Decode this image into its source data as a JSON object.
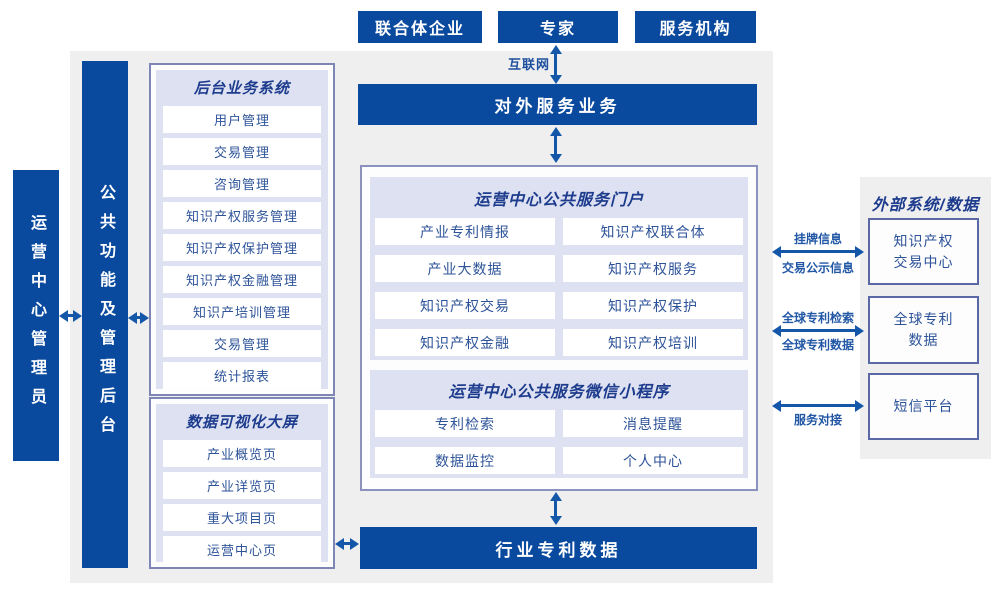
{
  "colors": {
    "primary_blue": "#0a4a9e",
    "arrow_blue": "#1457a9",
    "panel_lavender": "#dde1f1",
    "background_gray": "#efeff0",
    "item_text_blue": "#2d5399",
    "title_navy": "#1e3c8e"
  },
  "actors": [
    "联合体企业",
    "专家",
    "服务机构"
  ],
  "labels": {
    "internet": "互联网"
  },
  "bars": {
    "external_service": "对外服务业务",
    "industry_patent_data": "行业专利数据"
  },
  "vertical_bars": {
    "admin": "运营中心管理员",
    "common": "公共功能及管理后台"
  },
  "backend": {
    "title": "后台业务系统",
    "items": [
      "用户管理",
      "交易管理",
      "咨询管理",
      "知识产权服务管理",
      "知识产权保护管理",
      "知识产权金融管理",
      "知识产培训管理",
      "交易管理",
      "统计报表"
    ]
  },
  "dashboard": {
    "title": "数据可视化大屏",
    "items": [
      "产业概览页",
      "产业详览页",
      "重大项目页",
      "运营中心页"
    ]
  },
  "portal": {
    "title": "运营中心公共服务门户",
    "items": [
      "产业专利情报",
      "知识产权联合体",
      "产业大数据",
      "知识产权服务",
      "知识产权交易",
      "知识产权保护",
      "知识产权金融",
      "知识产权培训"
    ]
  },
  "miniprogram": {
    "title": "运营中心公共服务微信小程序",
    "items": [
      "专利检索",
      "消息提醒",
      "数据监控",
      "个人中心"
    ]
  },
  "external": {
    "title": "外部系统/数据",
    "systems": [
      "知识产权\n交易中心",
      "全球专利\n数据",
      "短信平台"
    ]
  },
  "link_labels": {
    "listing_info": "挂牌信息",
    "trade_publicity": "交易公示信息",
    "global_patent_search": "全球专利检索",
    "global_patent_data": "全球专利数据",
    "service_connect": "服务对接"
  }
}
